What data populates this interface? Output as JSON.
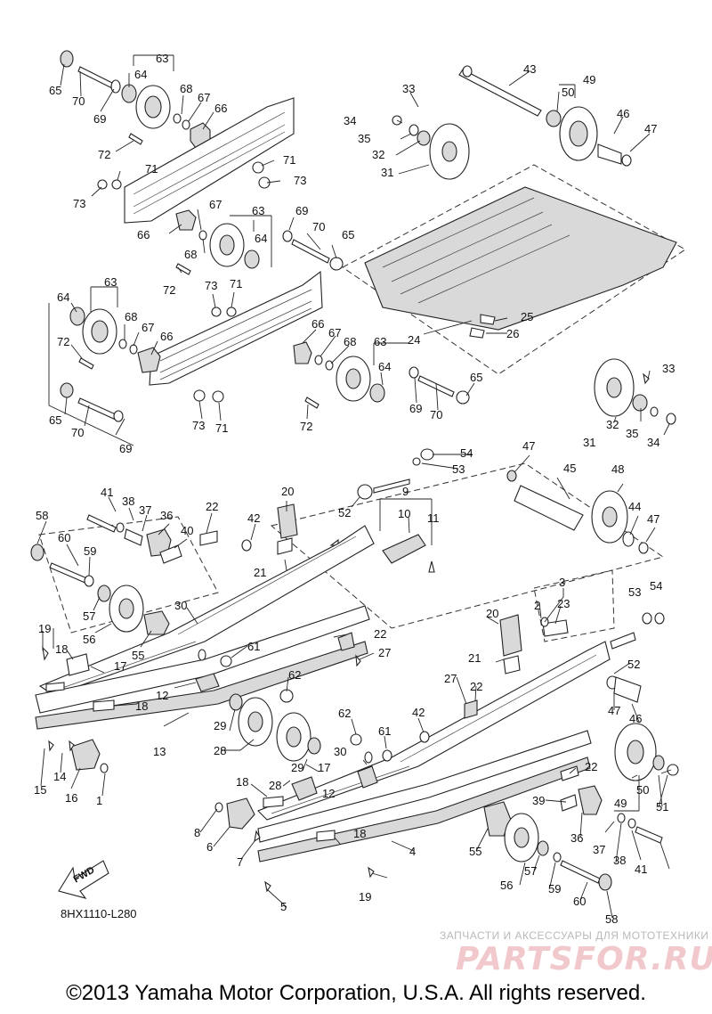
{
  "drawing_code": "8HX1110-L280",
  "fwd_label": "FWD",
  "watermark": {
    "subtitle": "ЗАПЧАСТИ И АКСЕССУАРЫ ДЛЯ МОТОТЕХНИКИ",
    "logo": "PARTSFOR.RU"
  },
  "copyright": "©2013 Yamaha Motor Corporation, U.S.A. All rights reserved.",
  "callouts": [
    "65",
    "70",
    "64",
    "63",
    "69",
    "68",
    "67",
    "66",
    "72",
    "71",
    "73",
    "33",
    "34",
    "35",
    "32",
    "31",
    "43",
    "49",
    "50",
    "46",
    "47",
    "24",
    "25",
    "26",
    "54",
    "53",
    "52",
    "9",
    "10",
    "11",
    "45",
    "48",
    "44",
    "41",
    "38",
    "37",
    "36",
    "58",
    "60",
    "59",
    "40",
    "22",
    "42",
    "20",
    "21",
    "57",
    "56",
    "19",
    "18",
    "17",
    "30",
    "55",
    "61",
    "27",
    "12",
    "62",
    "29",
    "28",
    "13",
    "15",
    "14",
    "16",
    "1",
    "3",
    "2",
    "23",
    "8",
    "6",
    "7",
    "5",
    "4",
    "39",
    "51"
  ]
}
